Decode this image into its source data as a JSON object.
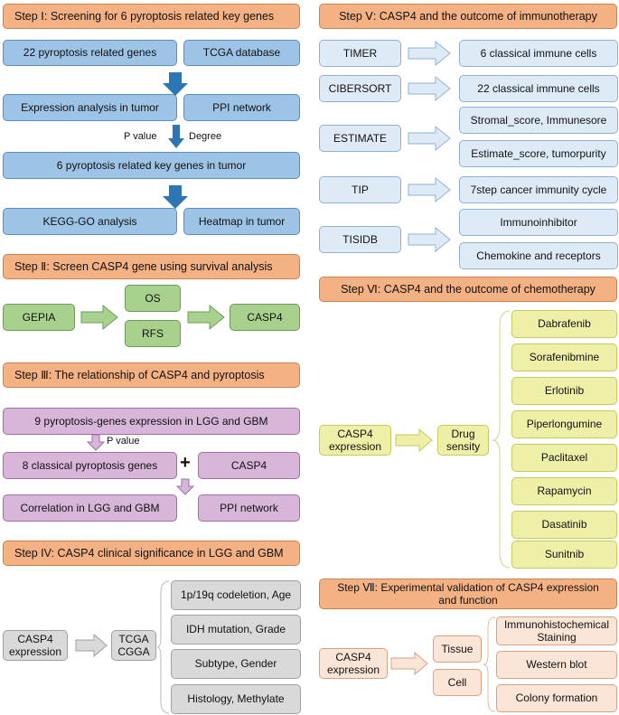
{
  "step1": {
    "header": "Step Ⅰ: Screening for 6 pyroptosis related key genes",
    "genes": "22 pyroptosis related genes",
    "tcga": "TCGA database",
    "expression": "Expression analysis in tumor",
    "ppi": "PPI network",
    "pvalue": "P value",
    "degree": "Degree",
    "key_genes": "6 pyroptosis related key genes in tumor",
    "kegg": "KEGG-GO analysis",
    "heatmap": "Heatmap in tumor"
  },
  "step2": {
    "header": "Step Ⅱ: Screen CASP4 gene using survival analysis",
    "gepia": "GEPIA",
    "os": "OS",
    "rfs": "RFS",
    "casp4": "CASP4"
  },
  "step3": {
    "header": "Step Ⅲ: The relationship of CASP4 and pyroptosis",
    "nine_genes": "9 pyroptosis-genes expression in LGG and GBM",
    "pvalue": "P value",
    "eight_genes": "8 classical pyroptosis genes",
    "plus": "+",
    "casp4": "CASP4",
    "correlation": "Correlation in LGG and GBM",
    "ppi": "PPI network"
  },
  "step4": {
    "header": "Step IV: CASP4 clinical significance in LGG and GBM",
    "casp4_line1": "CASP4",
    "casp4_line2": "expression",
    "db_line1": "TCGA",
    "db_line2": "CGGA",
    "items": [
      "1p/19q codeletion, Age",
      "IDH mutation, Grade",
      "Subtype, Gender",
      "Histology, Methylate"
    ]
  },
  "step5": {
    "header": "Step Ⅴ: CASP4 and the outcome of immunotherapy",
    "timer": "TIMER",
    "timer_result": "6 classical immune cells",
    "cibersort": "CIBERSORT",
    "cibersort_result": "22 classical immune cells",
    "estimate": "ESTIMATE",
    "stromal": "Stromal_score, Immunesore",
    "estimate_score": "Estimate_score, tumorpurity",
    "tip": "TIP",
    "tip_result": "7step cancer immunity cycle",
    "tisidb": "TISIDB",
    "immuno": "Immunoinhibitor",
    "chemokine": "Chemokine and receptors"
  },
  "step6": {
    "header": "Step Ⅵ: CASP4 and the outcome of chemotherapy",
    "casp4_line1": "CASP4",
    "casp4_line2": "expression",
    "drug_line1": "Drug",
    "drug_line2": "sensity",
    "drugs": [
      "Dabrafenib",
      "Sorafenibmine",
      "Erlotinib",
      "Piperlongumine",
      "Paclitaxel",
      "Rapamycin",
      "Dasatinib",
      "Sunitnib"
    ]
  },
  "step7": {
    "header_line1": "Step Ⅶ: Experimental validation of CASP4 expression",
    "header_line2": "and function",
    "casp4_line1": "CASP4",
    "casp4_line2": "expression",
    "tissue": "Tissue",
    "cell": "Cell",
    "ihc_line1": "Immunohistochemical",
    "ihc_line2": "Staining",
    "western": "Western blot",
    "colony": "Colony formation"
  },
  "colors": {
    "header": "#f4b183",
    "step1_box": "#9dc3e6",
    "step1_arrow": "#2e75b6",
    "step2_box": "#a9d18e",
    "step3_box": "#d7b6d9",
    "step4_box": "#d9d9d9",
    "step5_box": "#deebf7",
    "step6_box": "#eef0a8",
    "step7_box": "#fbe5d6"
  }
}
